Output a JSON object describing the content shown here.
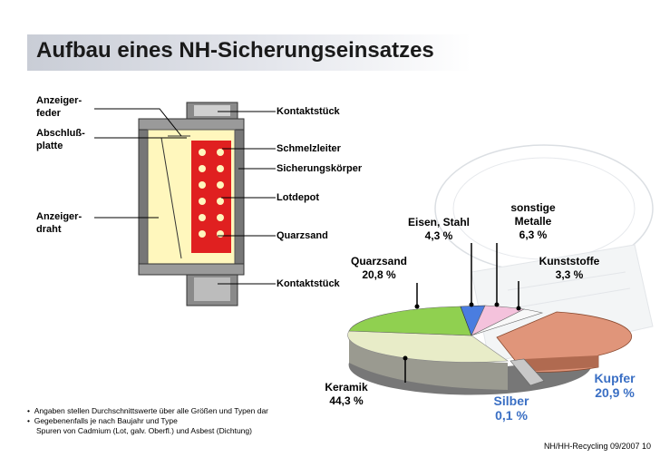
{
  "title": "Aufbau eines NH-Sicherungseinsatzes",
  "left_labels": {
    "anzeiger_feder": [
      "Anzeiger-",
      "feder"
    ],
    "abschluss_platte": [
      "Abschluß-",
      "platte"
    ],
    "anzeiger_draht": [
      "Anzeiger-",
      "draht"
    ]
  },
  "right_labels": {
    "kontaktstueck_top": "Kontaktstück",
    "schmelzleiter": "Schmelzleiter",
    "sicherungskoerper": "Sicherungskörper",
    "lotdepot": "Lotdepot",
    "quarzsand": "Quarzsand",
    "kontaktstueck_bottom": "Kontaktstück"
  },
  "chart_data": {
    "type": "pie",
    "slices": [
      {
        "label": "Keramik",
        "value": "44,3 %",
        "color": "#e8ecc8"
      },
      {
        "label": "Quarzsand",
        "value": "20,8 %",
        "color": "#90d050"
      },
      {
        "label": "Eisen, Stahl",
        "value": "4,3 %",
        "color": "#4a7de0"
      },
      {
        "label": "sonstige Metalle",
        "value": "6,3 %",
        "color": "#f4c2dc"
      },
      {
        "label": "Kunststoffe",
        "value": "3,3 %",
        "color": "#f8f8f8"
      },
      {
        "label": "Kupfer",
        "value": "20,9 %",
        "color": "#e0957a"
      },
      {
        "label": "Silber",
        "value": "0,1 %",
        "color": "#c8c8c8"
      }
    ]
  },
  "pie_labels": {
    "eisen": [
      "Eisen, Stahl",
      "4,3 %"
    ],
    "sonstige": [
      "sonstige",
      "Metalle",
      "6,3 %"
    ],
    "quarzsand": [
      "Quarzsand",
      "20,8 %"
    ],
    "kunststoffe": [
      "Kunststoffe",
      "3,3 %"
    ],
    "keramik": [
      "Keramik",
      "44,3 %"
    ],
    "kupfer": [
      "Kupfer",
      "20,9 %"
    ],
    "silber": [
      "Silber",
      "0,1 %"
    ]
  },
  "notes": {
    "line1": "Angaben stellen Durchschnittswerte über alle Größen und Typen dar",
    "line2": "Gegebenenfalls je nach Baujahr und Type",
    "line3": "Spuren von Cadmium (Lot, galv. Oberfl.) und Asbest (Dichtung)"
  },
  "footer": "NH/HH-Recycling  09/2007  10"
}
